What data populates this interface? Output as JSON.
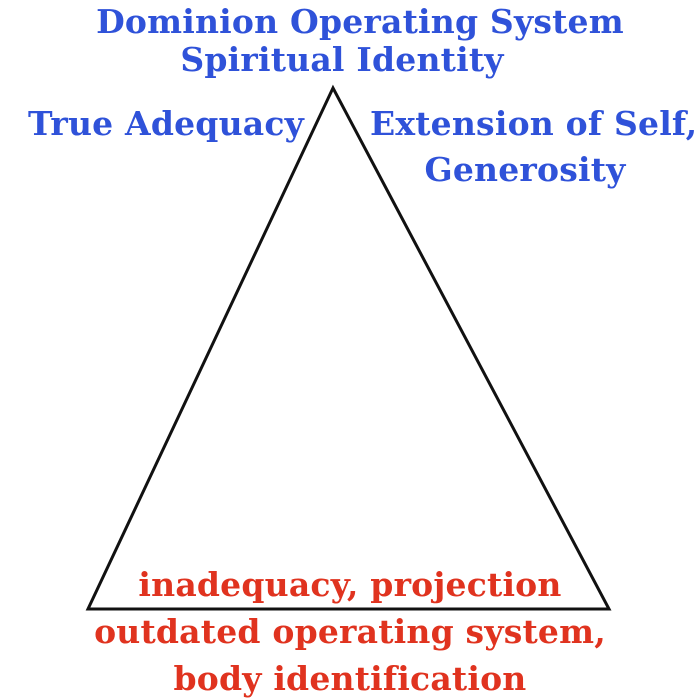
{
  "diagram": {
    "top": {
      "title": "Dominion Operating System",
      "subtitle": "Spiritual Identity"
    },
    "left_label": "True Adequacy",
    "right_label": {
      "line1": "Extension of Self,",
      "line2": "Generosity"
    },
    "bottom": {
      "line1": "inadequacy, projection",
      "line2": "outdated operating system,",
      "line3": "body identification"
    },
    "colors": {
      "positive_text": "#2f52d9",
      "negative_text": "#e0331f",
      "triangle_stroke": "#111111",
      "background": "#ffffff"
    }
  }
}
